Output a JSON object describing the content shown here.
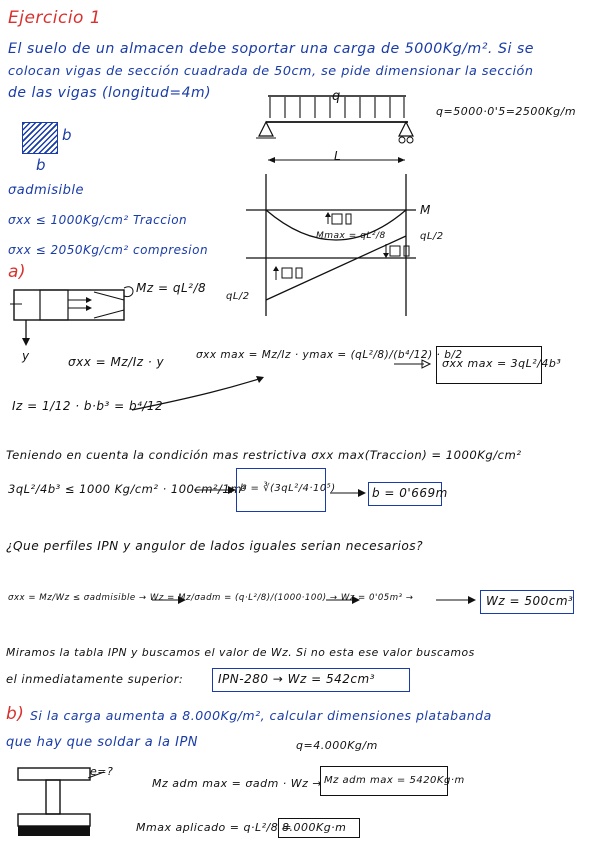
{
  "title": "Ejercicio 1",
  "statement": {
    "line1": "El suelo de un almacen debe soportar una carga de 5000Kg/m². Si se",
    "line2": "colocan vigas de sección cuadrada de 50cm, se pide dimensionar la sección",
    "line3": "de las vigas (longitud=4m)"
  },
  "load_label": "q",
  "q_calc": "q=5000·0'5=2500Kg/m",
  "section_label_b": "b",
  "span_label": "L",
  "diagram": {
    "moment_label": "M",
    "mmax": "Mmax = qL²/8",
    "shear_right": "qL/2",
    "shear_left": "qL/2"
  },
  "sigma_adm": "σadmisible",
  "sigma_traccion": "σxx ≤ 1000Kg/cm² Traccion",
  "sigma_compresion": "σxx ≤ 2050Kg/cm² compresion",
  "part_a": "a)",
  "mz_label": "Mz = qL²/8",
  "y_label": "y",
  "eq1": "σxx = Mz/Iz · y",
  "eq2": "σxx max = Mz/Iz · ymax = (qL²/8)/(b⁴/12) · b/2",
  "eq2_result": "σxx max = 3qL²/4b³",
  "iz_eq": "Iz = 1/12 · b·b³ = b⁴/12",
  "condition": "Teniendo en cuenta la condición mas restrictiva σxx max(Traccion) = 1000Kg/cm²",
  "ineq": "3qL²/4b³ ≤ 1000 Kg/cm² · 100cm²/1m²",
  "b_formula": "b = ∛(3qL²/4·10⁵)",
  "b_result": "b = 0'669m",
  "question": "¿Que perfiles IPN y angulor de lados iguales serian necesarios?",
  "w_eq": "σxx = Mz/Wz ≤ σadmisible → Wz = Mz/σadm = (q·L²/8)/(1000·100) → Wz = 0'05m³ →",
  "w_result": "Wz = 500cm³",
  "table_line1": "Miramos la tabla IPN y buscamos el valor de Wz. Si no esta ese valor buscamos",
  "table_line2": "el inmediatamente superior:",
  "ipn_result": "IPN-280 → Wz = 542cm³",
  "part_b_label": "b)",
  "part_b_line1": "Si la carga aumenta a 8.000Kg/m², calcular dimensiones platabanda",
  "part_b_line2": "que hay que soldar a la IPN",
  "q_new": "q=4.000Kg/m",
  "e_label": "e=?",
  "m_adm_eq": "Mz adm max = σadm · Wz →",
  "m_adm_result": "Mz adm max = 5420Kg·m",
  "m_aplicado_eq": "Mmax aplicado = q·L²/8 =",
  "m_aplicado_result": "8.000Kg·m"
}
